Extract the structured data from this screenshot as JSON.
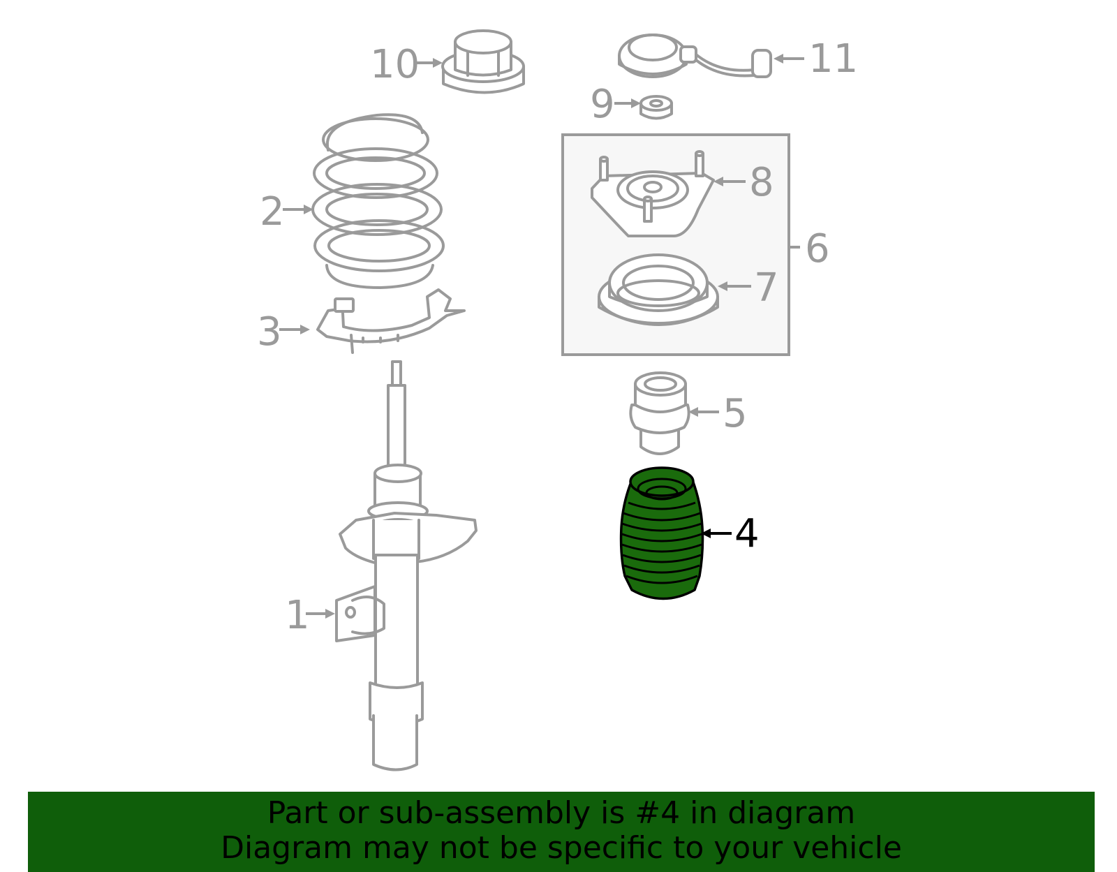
{
  "diagram": {
    "callouts": {
      "c1": "1",
      "c2": "2",
      "c3": "3",
      "c4": "4",
      "c5": "5",
      "c6": "6",
      "c7": "7",
      "c8": "8",
      "c9": "9",
      "c10": "10",
      "c11": "11"
    },
    "highlighted_part": "4",
    "colors": {
      "line": "#9a9a9a",
      "highlight_fill": "#1a6b0c",
      "banner_bg": "#0f5e0a",
      "group_box_bg": "#f7f7f7"
    }
  },
  "banner": {
    "line1": "Part or sub-assembly is #4 in diagram",
    "line2": "Diagram may not be specific to your vehicle"
  }
}
